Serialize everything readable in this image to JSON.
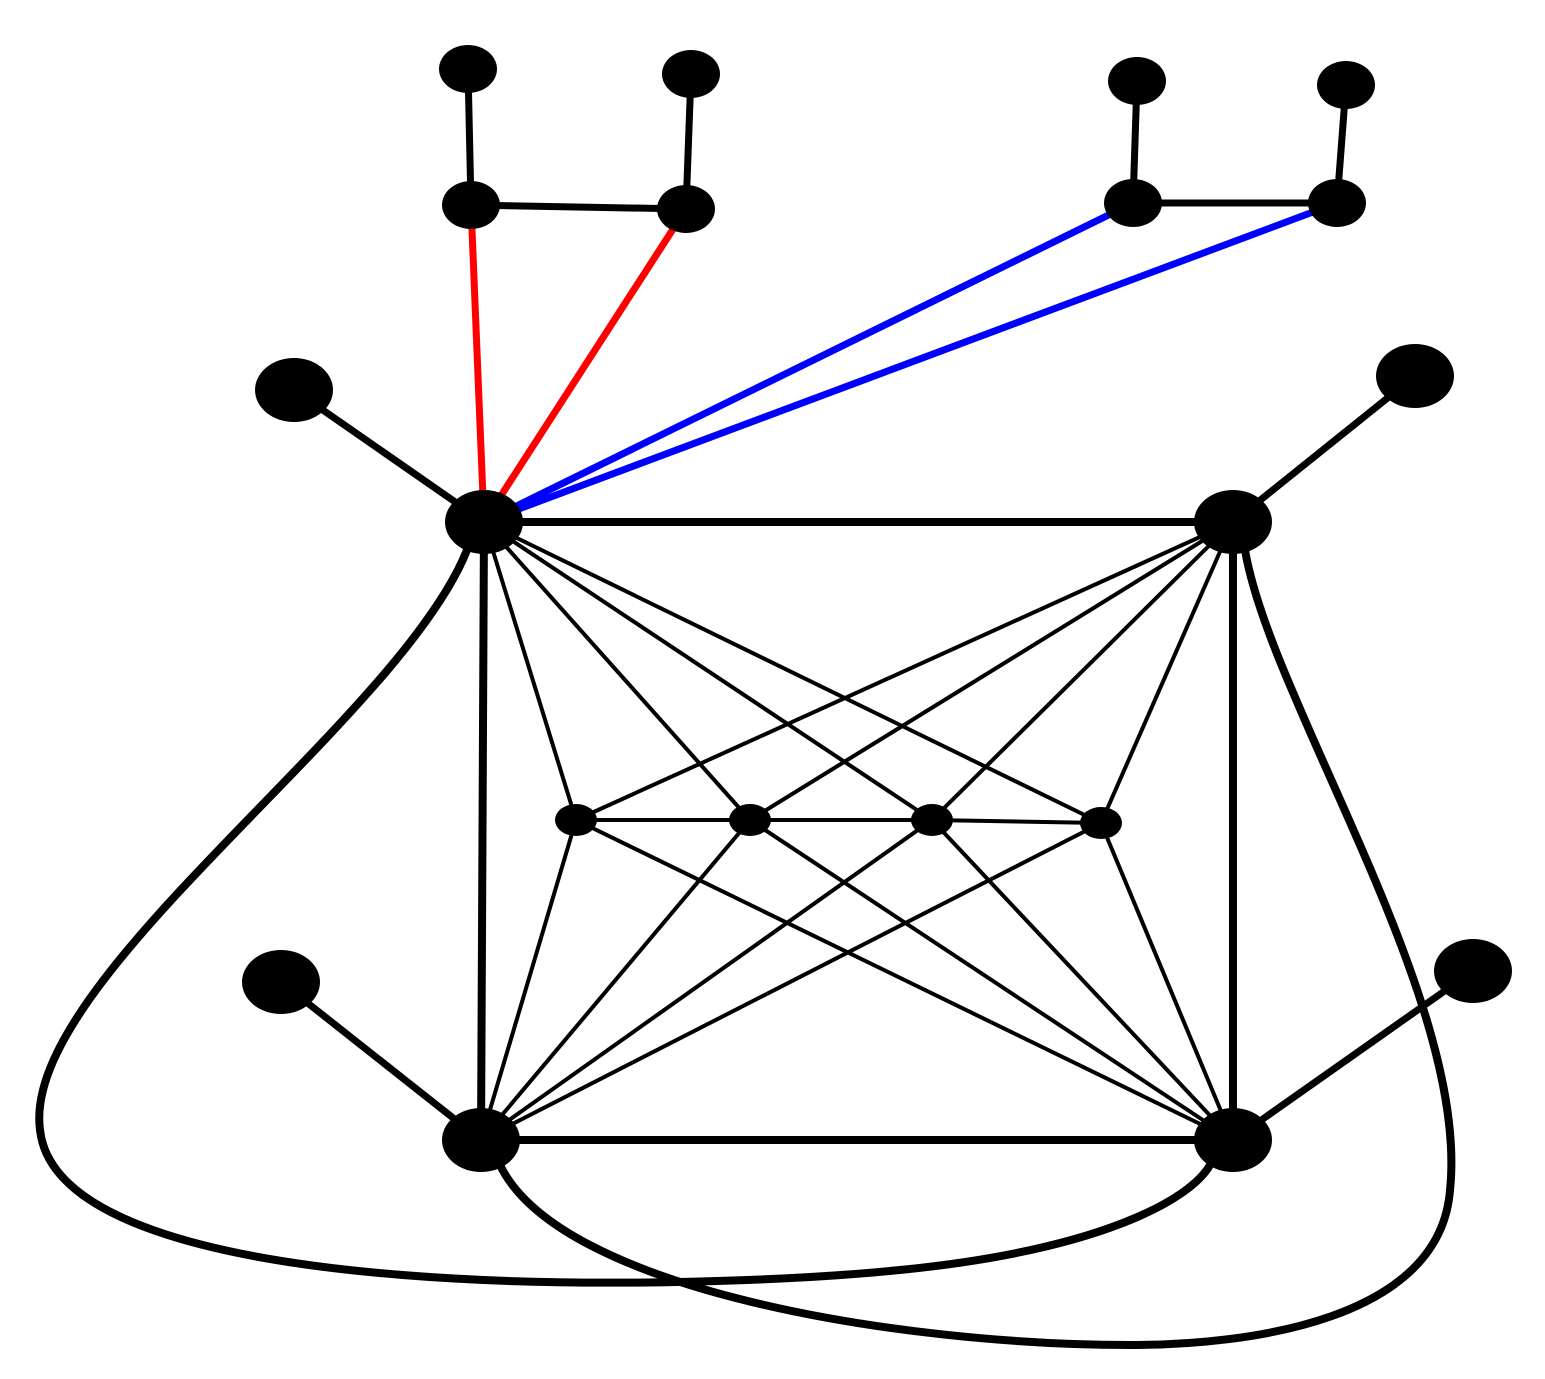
{
  "diagram": {
    "type": "graph",
    "colors": {
      "background": "#ffffff",
      "node": "#000000",
      "edge_default": "#000000",
      "edge_highlight_red": "#ff0000",
      "edge_highlight_blue": "#0000ff"
    },
    "nodes": [
      "hub-top-left",
      "hub-top-right",
      "hub-bottom-left",
      "hub-bottom-right",
      "inner-1",
      "inner-2",
      "inner-3",
      "inner-4",
      "pendant-top-left",
      "pendant-top-right",
      "pendant-bottom-left",
      "pendant-bottom-right",
      "red-group-a",
      "red-group-b",
      "red-group-a-leaf",
      "red-group-b-leaf",
      "blue-group-a",
      "blue-group-b",
      "blue-group-a-leaf",
      "blue-group-b-leaf"
    ],
    "edges": [
      {
        "from": "hub-top-left",
        "to": "red-group-a",
        "color": "red"
      },
      {
        "from": "hub-top-left",
        "to": "red-group-b",
        "color": "red"
      },
      {
        "from": "hub-top-left",
        "to": "blue-group-a",
        "color": "blue"
      },
      {
        "from": "hub-top-left",
        "to": "blue-group-b",
        "color": "blue"
      },
      {
        "from": "red-group-a",
        "to": "red-group-b",
        "color": "black"
      },
      {
        "from": "red-group-a",
        "to": "red-group-a-leaf",
        "color": "black"
      },
      {
        "from": "red-group-b",
        "to": "red-group-b-leaf",
        "color": "black"
      },
      {
        "from": "blue-group-a",
        "to": "blue-group-b",
        "color": "black"
      },
      {
        "from": "blue-group-a",
        "to": "blue-group-a-leaf",
        "color": "black"
      },
      {
        "from": "blue-group-b",
        "to": "blue-group-b-leaf",
        "color": "black"
      },
      {
        "from": "hub-top-left",
        "to": "pendant-top-left",
        "color": "black"
      },
      {
        "from": "hub-top-right",
        "to": "pendant-top-right",
        "color": "black"
      },
      {
        "from": "hub-bottom-left",
        "to": "pendant-bottom-left",
        "color": "black"
      },
      {
        "from": "hub-bottom-right",
        "to": "pendant-bottom-right",
        "color": "black"
      },
      {
        "from": "hub-top-left",
        "to": "hub-top-right",
        "color": "black"
      },
      {
        "from": "hub-top-left",
        "to": "hub-bottom-left",
        "color": "black"
      },
      {
        "from": "hub-top-right",
        "to": "hub-bottom-right",
        "color": "black"
      },
      {
        "from": "hub-bottom-left",
        "to": "hub-bottom-right",
        "color": "black"
      },
      {
        "from": "hub-top-left",
        "to": "hub-bottom-right",
        "color": "black",
        "style": "curved"
      },
      {
        "from": "hub-top-right",
        "to": "hub-bottom-left",
        "color": "black",
        "style": "curved"
      },
      {
        "from": "inner-1",
        "to": "inner-2",
        "color": "black"
      },
      {
        "from": "inner-2",
        "to": "inner-3",
        "color": "black"
      },
      {
        "from": "inner-3",
        "to": "inner-4",
        "color": "black"
      },
      {
        "from": "hub-top-left",
        "to": "inner-1",
        "color": "black"
      },
      {
        "from": "hub-top-left",
        "to": "inner-2",
        "color": "black"
      },
      {
        "from": "hub-top-left",
        "to": "inner-3",
        "color": "black"
      },
      {
        "from": "hub-top-left",
        "to": "inner-4",
        "color": "black"
      },
      {
        "from": "hub-top-right",
        "to": "inner-1",
        "color": "black"
      },
      {
        "from": "hub-top-right",
        "to": "inner-2",
        "color": "black"
      },
      {
        "from": "hub-top-right",
        "to": "inner-3",
        "color": "black"
      },
      {
        "from": "hub-top-right",
        "to": "inner-4",
        "color": "black"
      },
      {
        "from": "hub-bottom-left",
        "to": "inner-1",
        "color": "black"
      },
      {
        "from": "hub-bottom-left",
        "to": "inner-2",
        "color": "black"
      },
      {
        "from": "hub-bottom-left",
        "to": "inner-3",
        "color": "black"
      },
      {
        "from": "hub-bottom-left",
        "to": "inner-4",
        "color": "black"
      },
      {
        "from": "hub-bottom-right",
        "to": "inner-1",
        "color": "black"
      },
      {
        "from": "hub-bottom-right",
        "to": "inner-2",
        "color": "black"
      },
      {
        "from": "hub-bottom-right",
        "to": "inner-3",
        "color": "black"
      },
      {
        "from": "hub-bottom-right",
        "to": "inner-4",
        "color": "black"
      }
    ]
  }
}
